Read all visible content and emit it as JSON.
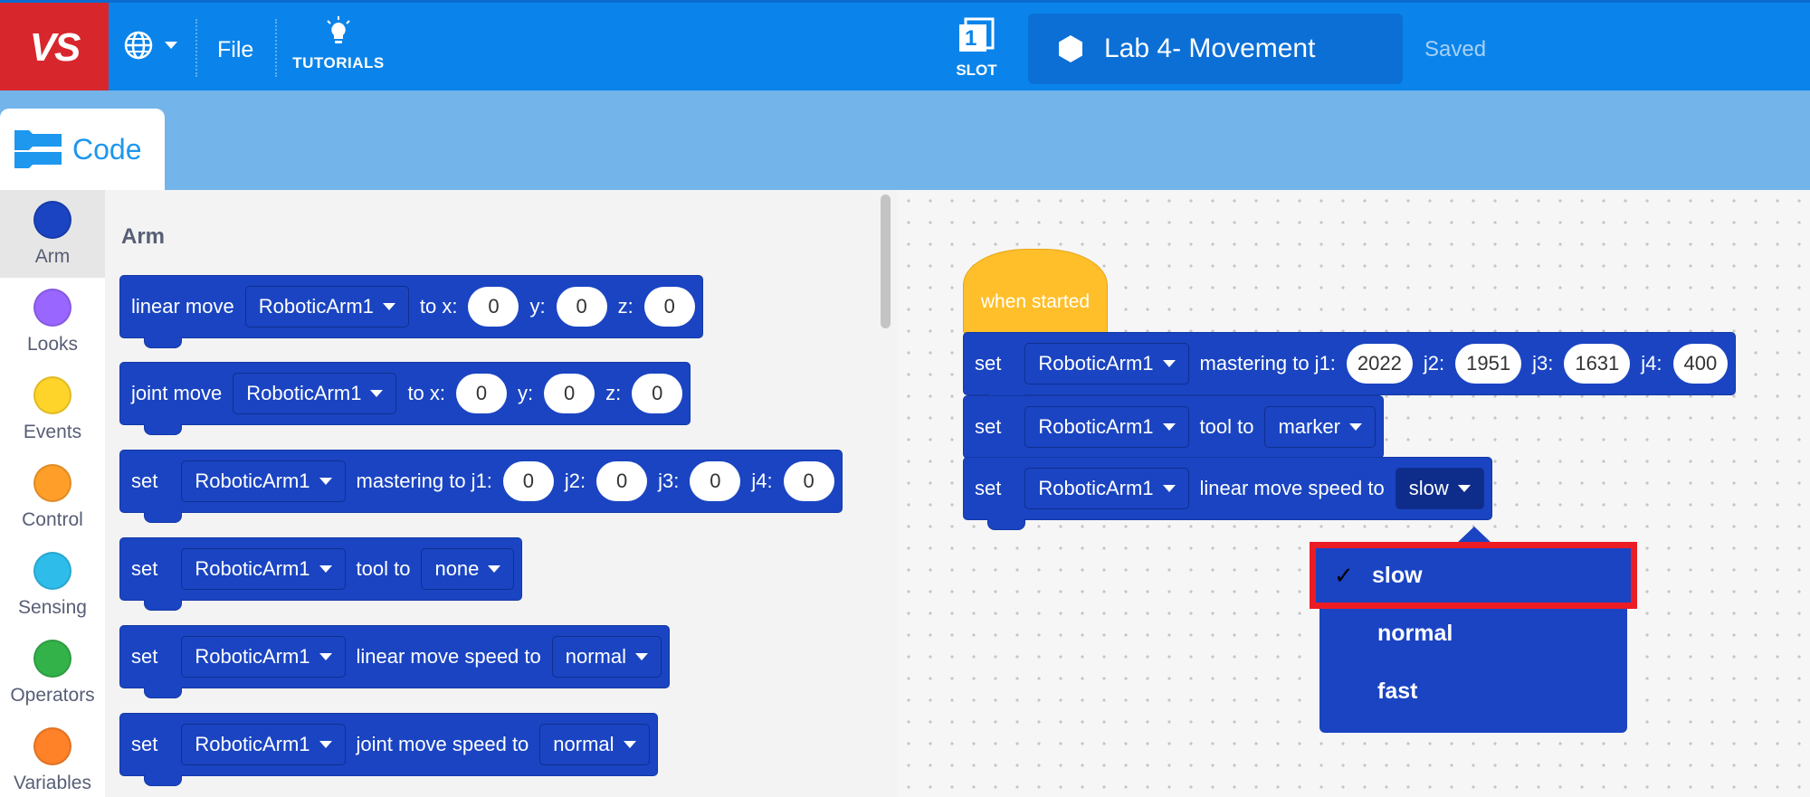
{
  "app": {
    "logo": "VS"
  },
  "topbar": {
    "file_label": "File",
    "tutorials_label": "TUTORIALS",
    "slot_number": "1",
    "slot_label": "SLOT",
    "project_name": "Lab 4- Movement",
    "status": "Saved"
  },
  "tabs": {
    "code_label": "Code"
  },
  "categories": [
    {
      "label": "Arm",
      "color": "#1a44c2",
      "active": true
    },
    {
      "label": "Looks",
      "color": "#9966ff"
    },
    {
      "label": "Events",
      "color": "#ffd42a"
    },
    {
      "label": "Control",
      "color": "#ff9f2a"
    },
    {
      "label": "Sensing",
      "color": "#2ebdeb"
    },
    {
      "label": "Operators",
      "color": "#33b24a"
    },
    {
      "label": "Variables",
      "color": "#ff8128"
    }
  ],
  "flyout": {
    "title": "Arm",
    "blocks": {
      "linear_move": {
        "label": "linear move",
        "arm": "RoboticArm1",
        "to_x": "to x:",
        "x": "0",
        "y_label": "y:",
        "y": "0",
        "z_label": "z:",
        "z": "0"
      },
      "joint_move": {
        "label": "joint move",
        "arm": "RoboticArm1",
        "to_x": "to x:",
        "x": "0",
        "y_label": "y:",
        "y": "0",
        "z_label": "z:",
        "z": "0"
      },
      "mastering": {
        "set": "set",
        "arm": "RoboticArm1",
        "label": "mastering to j1:",
        "j1": "0",
        "j2_label": "j2:",
        "j2": "0",
        "j3_label": "j3:",
        "j3": "0",
        "j4_label": "j4:",
        "j4": "0"
      },
      "tool": {
        "set": "set",
        "arm": "RoboticArm1",
        "label": "tool to",
        "value": "none"
      },
      "linear_speed": {
        "set": "set",
        "arm": "RoboticArm1",
        "label": "linear move speed to",
        "value": "normal"
      },
      "joint_speed": {
        "set": "set",
        "arm": "RoboticArm1",
        "label": "joint move speed to",
        "value": "normal"
      }
    }
  },
  "workspace": {
    "hat_label": "when started",
    "mastering": {
      "set": "set",
      "arm": "RoboticArm1",
      "label": "mastering to j1:",
      "j1": "2022",
      "j2_label": "j2:",
      "j2": "1951",
      "j3_label": "j3:",
      "j3": "1631",
      "j4_label": "j4:",
      "j4": "400"
    },
    "tool": {
      "set": "set",
      "arm": "RoboticArm1",
      "label": "tool to",
      "value": "marker"
    },
    "linear_speed": {
      "set": "set",
      "arm": "RoboticArm1",
      "label": "linear move speed to",
      "value": "slow"
    }
  },
  "speed_menu": {
    "check": "✓",
    "options": [
      "slow",
      "normal",
      "fast"
    ],
    "selected": "slow"
  }
}
